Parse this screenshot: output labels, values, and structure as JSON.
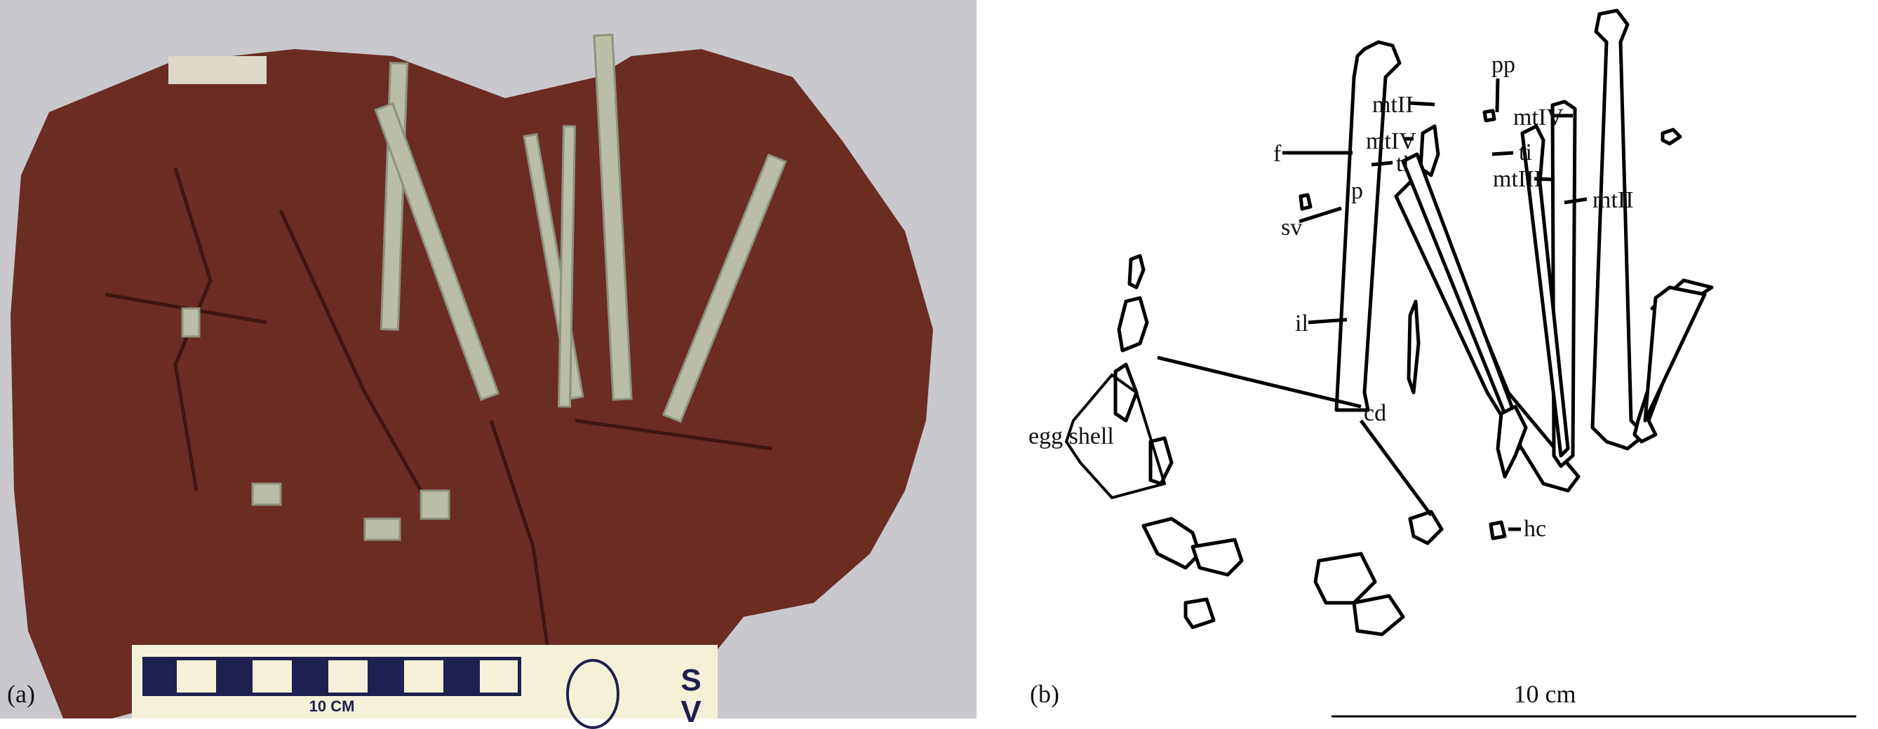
{
  "figure": {
    "panel_a": {
      "label": "(a)",
      "scale_card": {
        "scale_text": "10 CM",
        "logo_letters": "SV"
      },
      "colors": {
        "background": "#c8c8cd",
        "rock": "#6b2c22",
        "bone": "#b9bea5",
        "card": "#f4f1d8",
        "scale_bar": "#1e2050"
      }
    },
    "panel_b": {
      "label": "(b)",
      "scale_bar_text": "10 cm",
      "annotations": [
        {
          "id": "f",
          "text": "f"
        },
        {
          "id": "mtII_left",
          "text": "mtII"
        },
        {
          "id": "mtIV_left",
          "text": "mtIV"
        },
        {
          "id": "ti_left",
          "text": "ti"
        },
        {
          "id": "p",
          "text": "p"
        },
        {
          "id": "sv",
          "text": "sv"
        },
        {
          "id": "il",
          "text": "il"
        },
        {
          "id": "pp",
          "text": "pp"
        },
        {
          "id": "mtIV_right",
          "text": "mtIV"
        },
        {
          "id": "ti_right",
          "text": "ti"
        },
        {
          "id": "mtIII",
          "text": "mtIII"
        },
        {
          "id": "mtII_right",
          "text": "mtII"
        },
        {
          "id": "cd",
          "text": "cd"
        },
        {
          "id": "egg_shell",
          "text": "egg shell"
        },
        {
          "id": "hc",
          "text": "hc"
        }
      ]
    }
  }
}
